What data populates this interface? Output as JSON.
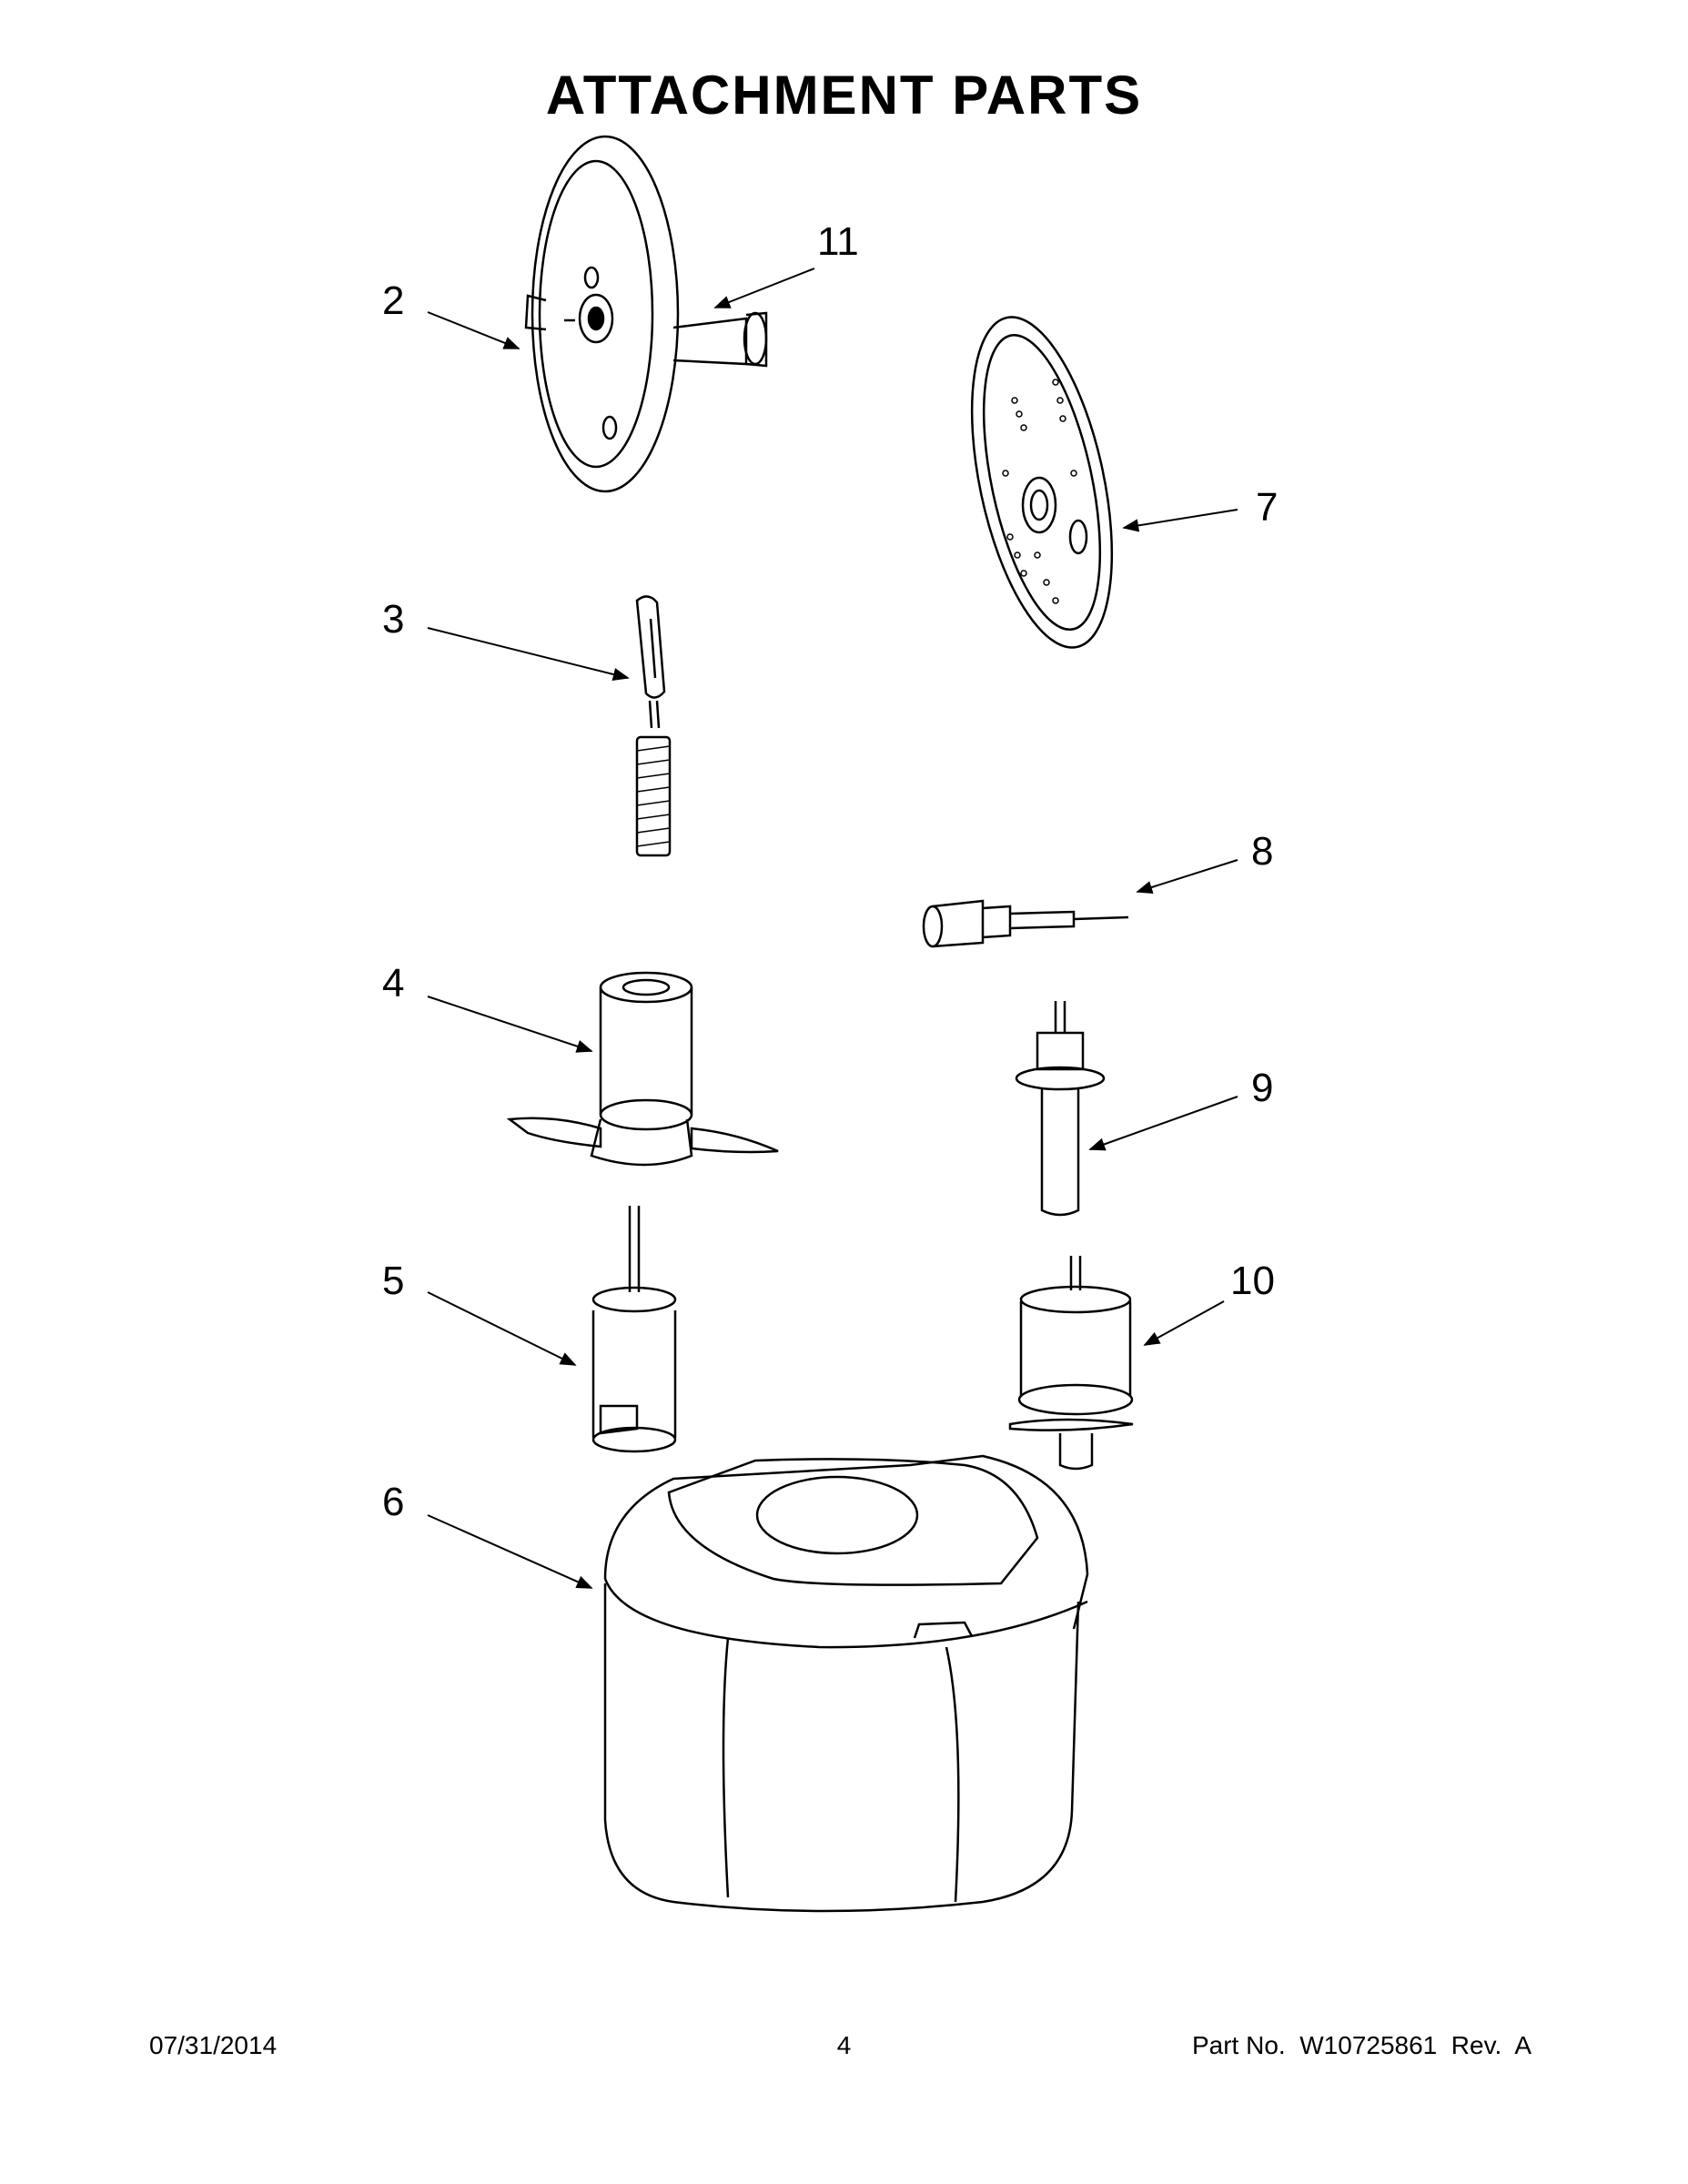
{
  "title": "ATTACHMENT PARTS",
  "callouts": {
    "c2": "2",
    "c3": "3",
    "c4": "4",
    "c5": "5",
    "c6": "6",
    "c7": "7",
    "c8": "8",
    "c9": "9",
    "c10": "10",
    "c11": "11"
  },
  "footer": {
    "date": "07/31/2014",
    "page": "4",
    "part": "Part No.  W10725861  Rev.  A"
  }
}
